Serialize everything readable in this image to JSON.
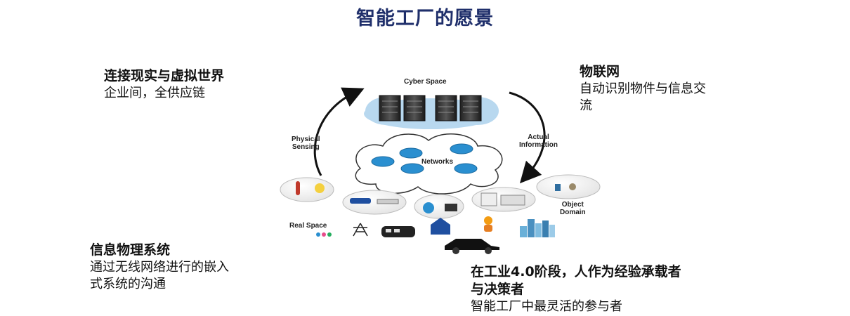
{
  "title": "智能工厂的愿景",
  "top_left": {
    "heading": "连接现实与虚拟世界",
    "body": "企业间，全供应链"
  },
  "top_right": {
    "heading": "物联网",
    "body_line1": "自动识别物件与信息交",
    "body_line2": "流"
  },
  "bottom_left": {
    "heading": "信息物理系统",
    "body_line1": "通过无线网络进行的嵌入",
    "body_line2": "式系统的沟通"
  },
  "bottom_right": {
    "heading_line1": "在工业4.0阶段，人作为经验承载者",
    "heading_line2": "与决策者",
    "body": "智能工厂中最灵活的参与者"
  },
  "diagram": {
    "cyber_space": "Cyber Space",
    "physical_line1": "Physical",
    "physical_line2": "Sensing",
    "actual_line1": "Actual",
    "actual_line2": "Information",
    "networks": "Networks",
    "object_line1": "Object",
    "object_line2": "Domain",
    "real_space": "Real Space"
  },
  "colors": {
    "title": "#1f2f6b",
    "cloud": "#b8d8ef",
    "router": "#2a8fd0"
  }
}
